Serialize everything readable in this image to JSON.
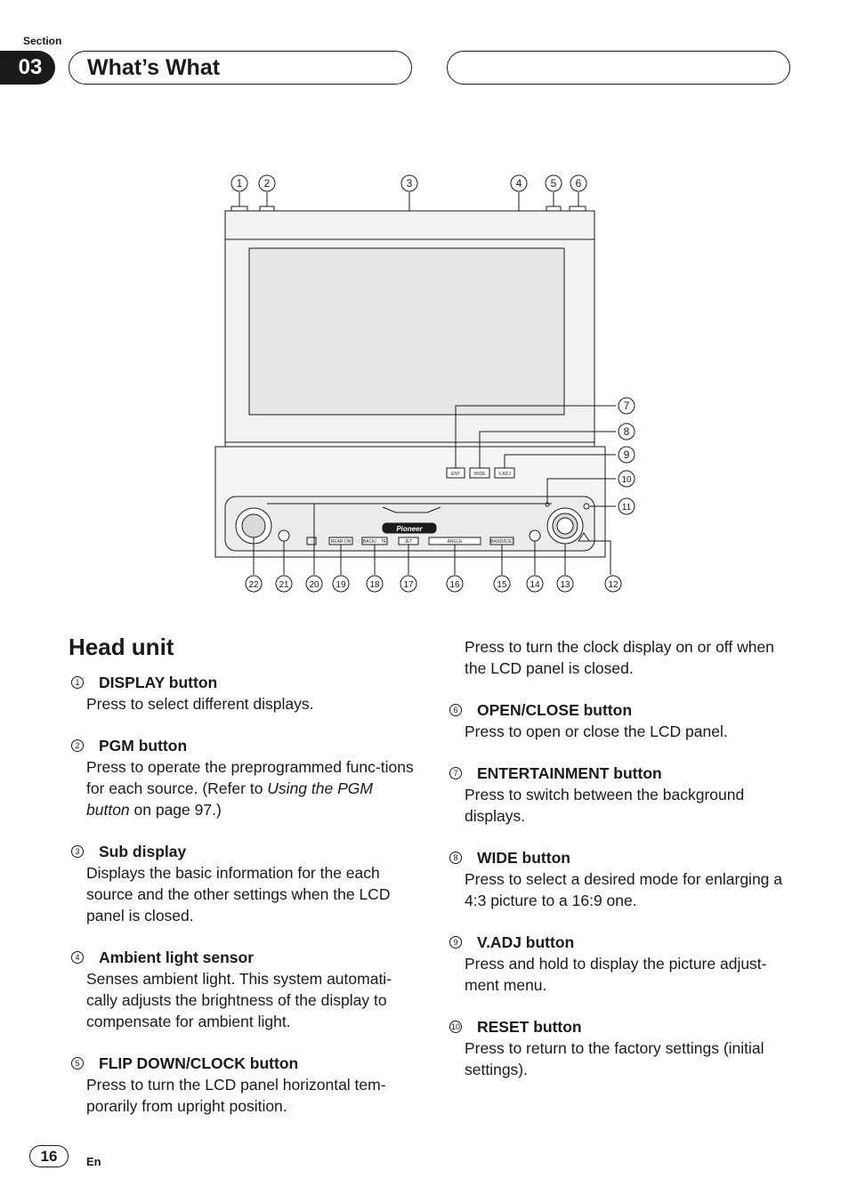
{
  "header": {
    "section_label": "Section",
    "section_number": "03",
    "title": "What’s What"
  },
  "diagram": {
    "callouts_top": [
      "1",
      "2",
      "3",
      "4",
      "5",
      "6"
    ],
    "callouts_right": [
      "7",
      "8",
      "9",
      "10",
      "11"
    ],
    "callouts_bottom": [
      "22",
      "21",
      "20",
      "19",
      "18",
      "17",
      "16",
      "15",
      "14",
      "13",
      "12"
    ],
    "button_labels": {
      "ent": "ENT",
      "wide": "WIDE",
      "vadj": "V.ADJ",
      "rear_on": "REAR ON",
      "back_te": "BACK/←TE",
      "jet": "JET",
      "angle": "ANGLE",
      "band": "BAND/ESC",
      "brand": "Pioneer"
    }
  },
  "main": {
    "heading": "Head unit",
    "items": [
      {
        "num": "1",
        "title": "DISPLAY button",
        "body": "Press to select different displays."
      },
      {
        "num": "2",
        "title": "PGM button",
        "body_pre": "Press to operate the preprogrammed func-tions for each source. (Refer to ",
        "body_em": "Using the PGM button",
        "body_post": " on page 97.)"
      },
      {
        "num": "3",
        "title": "Sub display",
        "body": "Displays the basic information for the each source and the other settings when the LCD panel is closed."
      },
      {
        "num": "4",
        "title": "Ambient light sensor",
        "body": "Senses ambient light. This system automati-cally adjusts the brightness of the display to compensate for ambient light."
      },
      {
        "num": "5",
        "title": "FLIP DOWN/CLOCK button",
        "body": "Press to turn the LCD panel horizontal tem-porarily from upright position."
      },
      {
        "cont": "Press to turn the clock display on or off when the LCD panel is closed."
      },
      {
        "num": "6",
        "title": "OPEN/CLOSE button",
        "body": "Press to open or close the LCD panel."
      },
      {
        "num": "7",
        "title": "ENTERTAINMENT button",
        "body": "Press to switch between the background displays."
      },
      {
        "num": "8",
        "title": "WIDE button",
        "body": "Press to select a desired mode for enlarging a 4:3 picture to a 16:9 one."
      },
      {
        "num": "9",
        "title": "V.ADJ button",
        "body": "Press and hold to display the picture adjust-ment menu."
      },
      {
        "num": "10",
        "title": "RESET button",
        "body": "Press to return to the factory settings (initial settings)."
      }
    ]
  },
  "footer": {
    "page_number": "16",
    "language": "En"
  }
}
